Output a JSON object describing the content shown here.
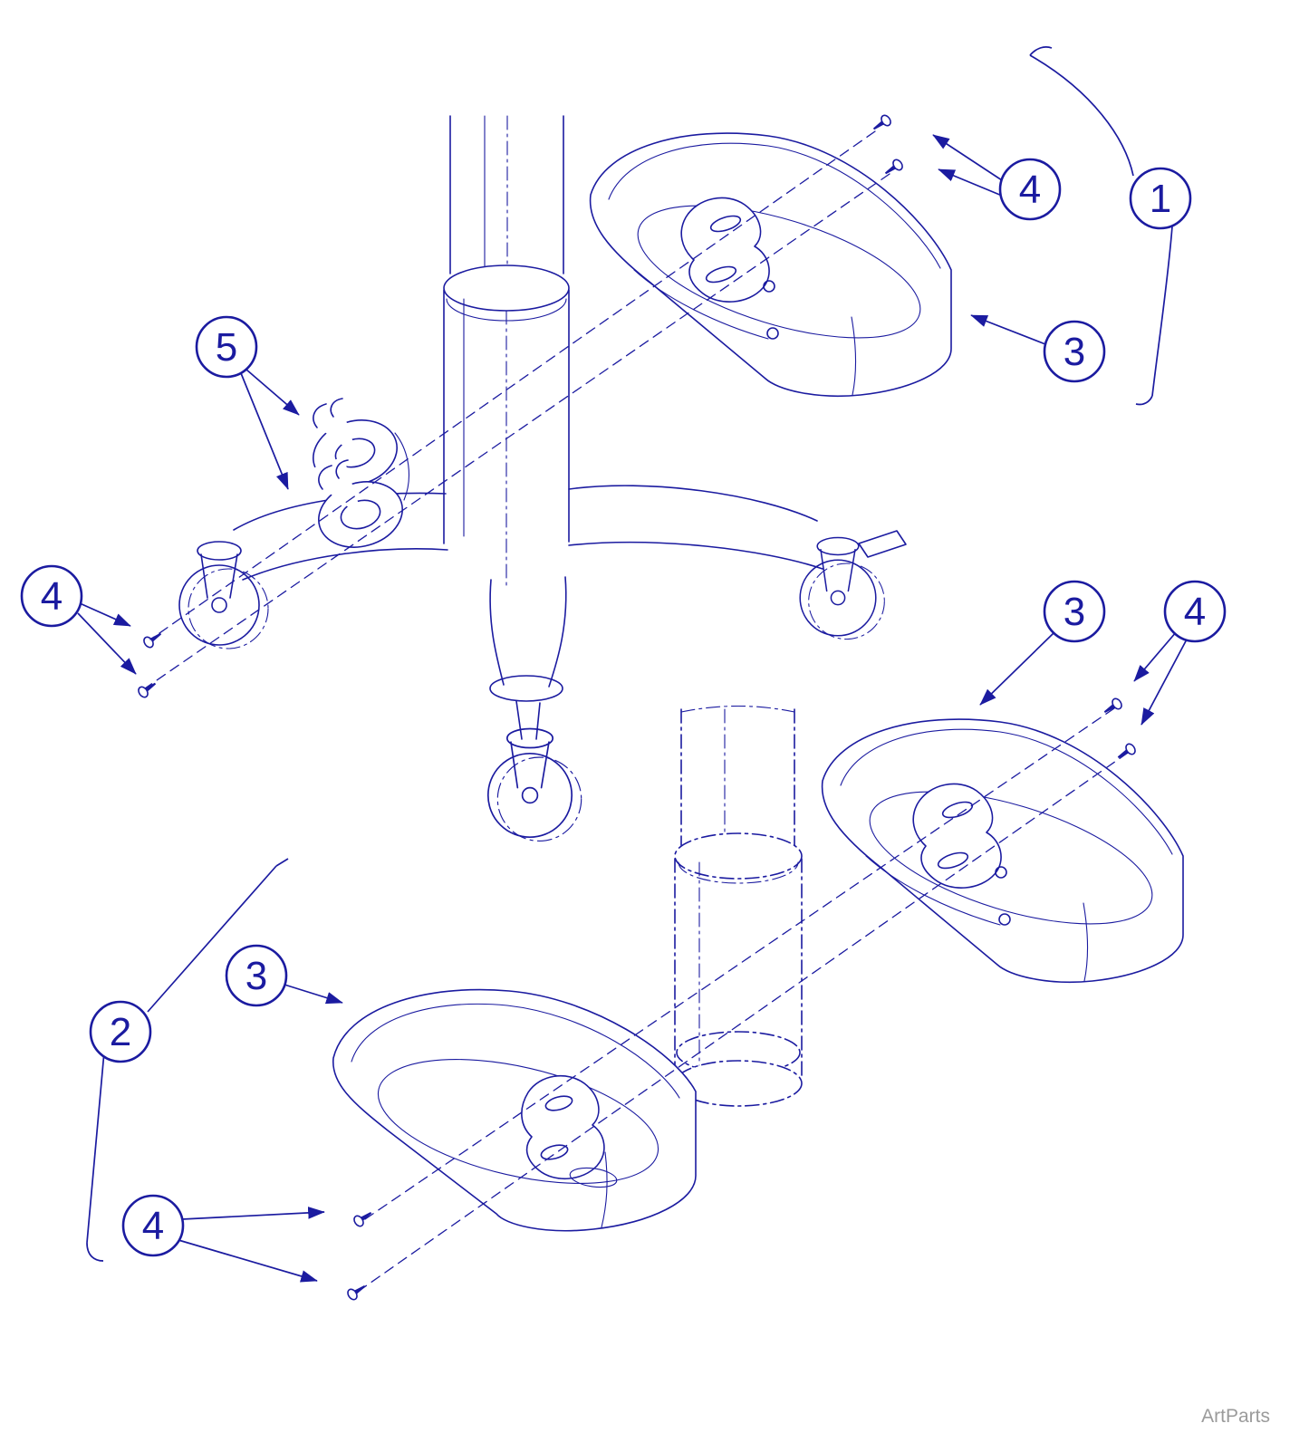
{
  "colors": {
    "line": "#1b1ba0",
    "watermark": "#9b9b9b",
    "background": "#ffffff"
  },
  "watermark": "ArtParts",
  "callouts": {
    "c1": {
      "label": "1"
    },
    "c2": {
      "label": "2"
    },
    "c3_top": {
      "label": "3"
    },
    "c3_mid": {
      "label": "3"
    },
    "c3_bottom": {
      "label": "3"
    },
    "c4_top": {
      "label": "4"
    },
    "c4_left": {
      "label": "4"
    },
    "c4_mid": {
      "label": "4"
    },
    "c4_bottom": {
      "label": "4"
    },
    "c5": {
      "label": "5"
    }
  }
}
